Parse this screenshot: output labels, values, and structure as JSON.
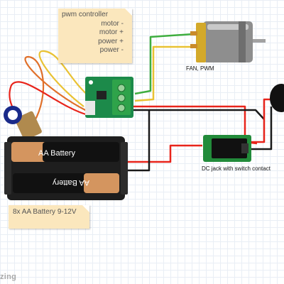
{
  "notes": {
    "pwm_controller": {
      "title": "pwm controller",
      "lines": [
        "motor -",
        "motor +",
        "power +",
        "power -"
      ]
    },
    "battery": {
      "text": "8x AA Battery 9-12V"
    }
  },
  "labels": {
    "fan": "FAN, PWM",
    "dc_jack": "DC jack with switch contact"
  },
  "batteries": [
    {
      "label": "AA Battery"
    },
    {
      "label": "AA Battery"
    }
  ],
  "watermark": "zing",
  "colors": {
    "wire_red": "#e8241b",
    "wire_black": "#1a1a1a",
    "wire_green": "#3fae3f",
    "wire_yellow": "#e9c233",
    "wire_orange": "#e0702a",
    "pcb": "#1c8a4a",
    "terminal": "#2fa34a",
    "battery_copper": "#d4955f",
    "note": "#fbe7bd"
  }
}
